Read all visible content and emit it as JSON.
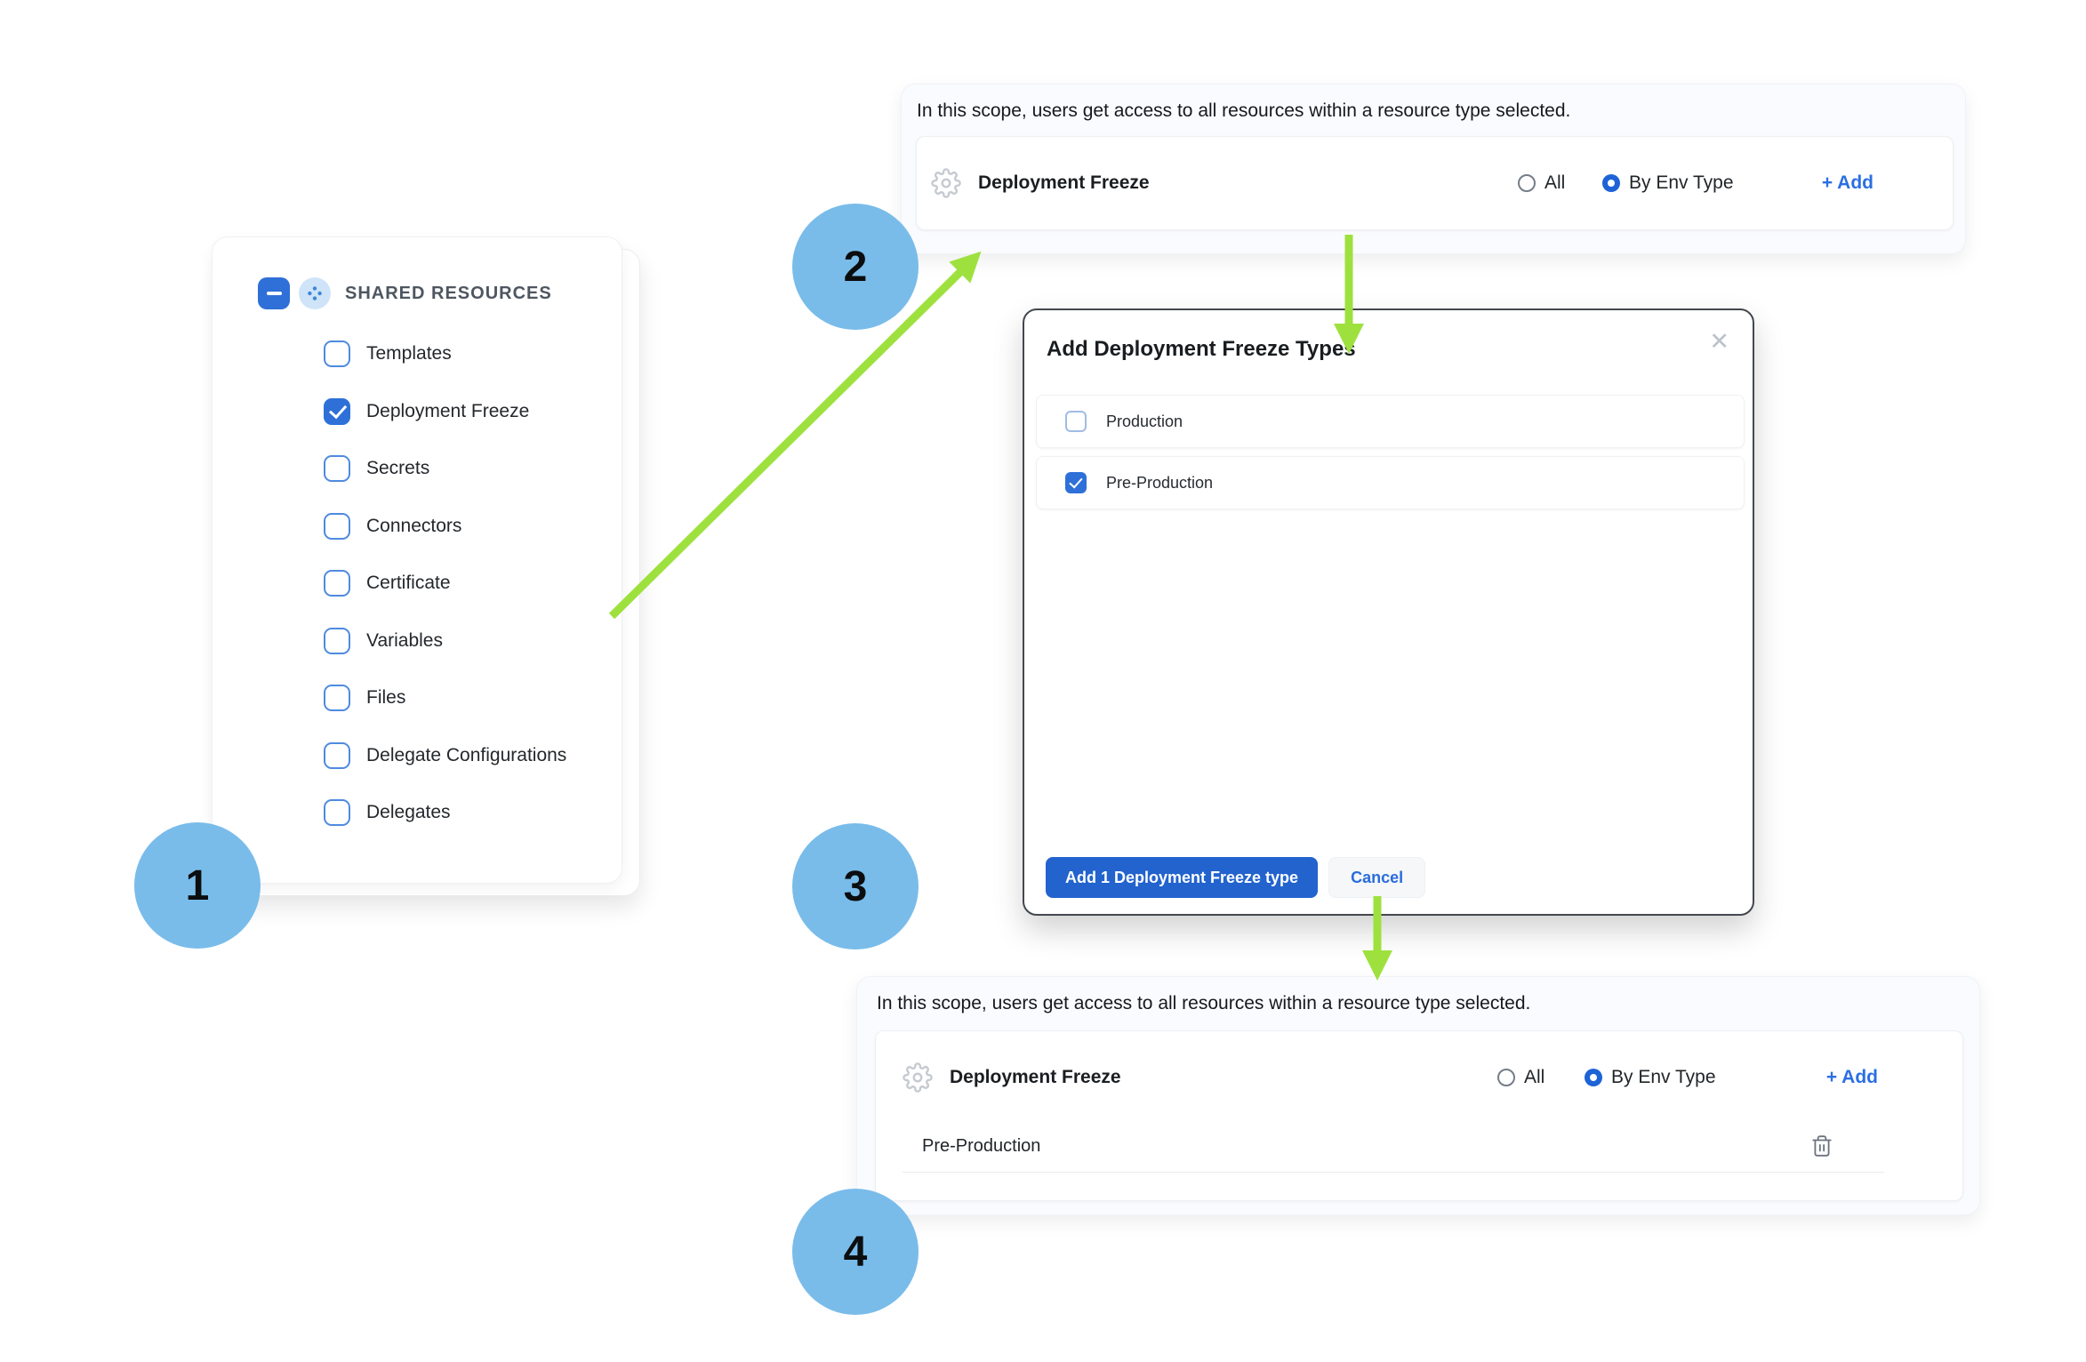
{
  "colors": {
    "accent_blue": "#2a6cdb",
    "checkbox_blue": "#2e70d8",
    "radio_selected_blue": "#1e63d6",
    "step_circle_blue": "#79bcea",
    "arrow_green": "#9ee13f",
    "modal_border": "#43484e"
  },
  "icons": {
    "close": "✕",
    "collapse": "minus-icon",
    "module": "modules-diamond-icon",
    "resource": "gear-icon",
    "delete": "trash-icon"
  },
  "steps": [
    "1",
    "2",
    "3",
    "4"
  ],
  "shared_resources": {
    "title": "SHARED RESOURCES",
    "items": [
      {
        "label": "Templates",
        "checked": false
      },
      {
        "label": "Deployment Freeze",
        "checked": true
      },
      {
        "label": "Secrets",
        "checked": false
      },
      {
        "label": "Connectors",
        "checked": false
      },
      {
        "label": "Certificate",
        "checked": false
      },
      {
        "label": "Variables",
        "checked": false
      },
      {
        "label": "Files",
        "checked": false
      },
      {
        "label": "Delegate Configurations",
        "checked": false
      },
      {
        "label": "Delegates",
        "checked": false
      }
    ]
  },
  "scope_panel_top": {
    "description": "In this scope, users get access to all resources within a resource type selected.",
    "resource_label": "Deployment Freeze",
    "radio_all_label": "All",
    "radio_by_env_label": "By Env Type",
    "selected_radio": "By Env Type",
    "add_label": "+ Add"
  },
  "modal": {
    "title": "Add Deployment Freeze Types",
    "options": [
      {
        "label": "Production",
        "checked": false
      },
      {
        "label": "Pre-Production",
        "checked": true
      }
    ],
    "primary_button": "Add 1 Deployment Freeze type",
    "cancel_button": "Cancel"
  },
  "scope_panel_bottom": {
    "description": "In this scope, users get access to all resources within a resource type selected.",
    "resource_label": "Deployment Freeze",
    "radio_all_label": "All",
    "radio_by_env_label": "By Env Type",
    "selected_radio": "By Env Type",
    "add_label": "+ Add",
    "selected_type": "Pre-Production"
  }
}
